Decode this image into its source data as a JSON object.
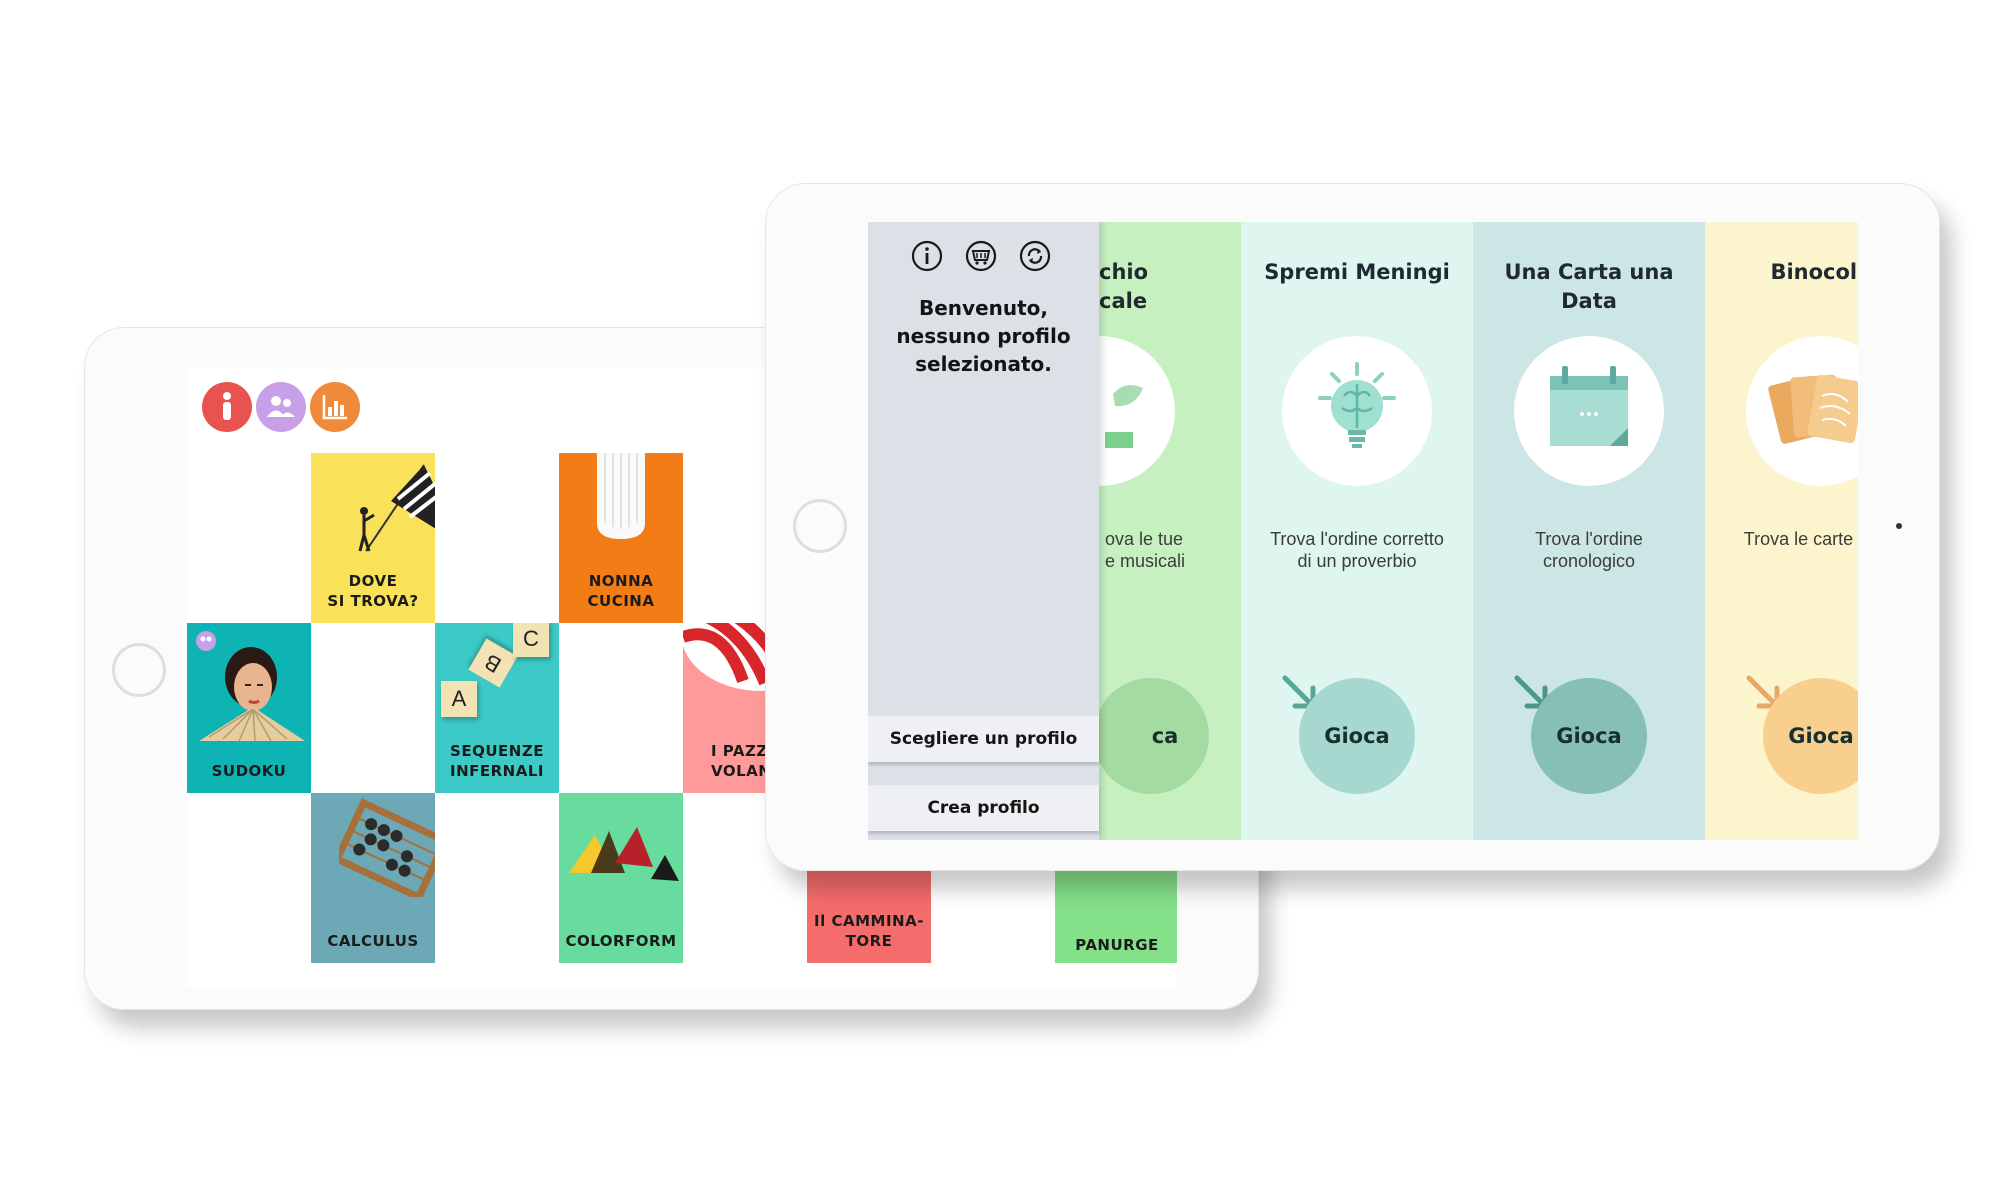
{
  "back_tablet": {
    "welcome_line1": "Benvenuto,",
    "welcome_line2": "nessuno profilo sele",
    "top_icons": [
      {
        "icon": "person-info-icon",
        "color": "#e9534f"
      },
      {
        "icon": "group-icon",
        "color": "#c8a0e8"
      },
      {
        "icon": "bar-chart-icon",
        "color": "#ee8a3a"
      }
    ],
    "tiles": {
      "dove": {
        "label1": "DOVE",
        "label2": "SI TROVA?",
        "color": "#f9e15a"
      },
      "nonna": {
        "label1": "NONNA",
        "label2": "CUCINA",
        "color": "#f27d16"
      },
      "sudoku": {
        "label1": "SUDOKU",
        "color": "#0eb4b4"
      },
      "sequenze": {
        "label1": "SEQUENZE",
        "label2": "INFERNALI",
        "color": "#3dc9c5"
      },
      "pazzi": {
        "label1": "I PAZZ",
        "label2": "VOLAN",
        "color": "#ff9a9a"
      },
      "calculus": {
        "label1": "CALCULUS",
        "color": "#6ca8b5"
      },
      "colorform": {
        "label1": "COLORFORM",
        "color": "#67dc9e"
      },
      "camminatore": {
        "label1": "Il CAMMINA-",
        "label2": "TORE",
        "color": "#f56c6c"
      },
      "panurge": {
        "label1": "PANURGE",
        "color": "#85e08a"
      }
    },
    "scrabble_letters": [
      "A",
      "B",
      "C"
    ]
  },
  "front_tablet": {
    "panel": {
      "welcome_line1": "Benvenuto,",
      "welcome_line2": "nessuno profilo",
      "welcome_line3": "selezionato.",
      "icons": [
        "info-icon",
        "basket-icon",
        "refresh-icon"
      ],
      "choose_profile": "Scegliere un profilo",
      "create_profile": "Crea profilo"
    },
    "games": [
      {
        "title1": "chio",
        "title2": "cale",
        "desc1": "ova le tue",
        "desc2": "e musicali",
        "play": "ca",
        "bg": "#c6f0c0",
        "accent": "#a4dba0"
      },
      {
        "title1": "Spremi Meningi",
        "title2": "",
        "desc1": "Trova l'ordine corretto",
        "desc2": "di un proverbio",
        "play": "Gioca",
        "bg": "#def5f0",
        "accent": "#a7d8d0"
      },
      {
        "title1": "Una Carta una",
        "title2": "Data",
        "desc1": "Trova l'ordine",
        "desc2": "cronologico",
        "play": "Gioca",
        "bg": "#cce6e6",
        "accent": "#85bfb6"
      },
      {
        "title1": "Binocolo",
        "title2": "",
        "desc1": "Trova le carte ugua",
        "desc2": "",
        "play": "Gioca",
        "bg": "#fbf4cc",
        "accent": "#f8cf8e"
      }
    ]
  }
}
